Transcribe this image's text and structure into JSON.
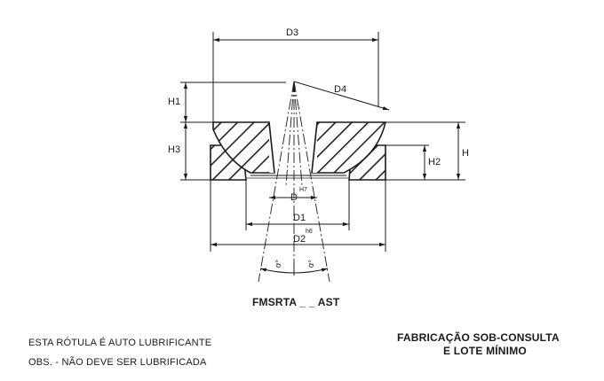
{
  "drawing": {
    "labels": {
      "d3": "D3",
      "d4": "D4",
      "h1": "H1",
      "h3": "H3",
      "h": "H",
      "h2": "H2",
      "d": "D",
      "d_tol": "H7",
      "d1": "D1",
      "d2": "D2",
      "d2_tol": "h6",
      "alpha_left": "α°",
      "alpha_right": "α°"
    }
  },
  "caption": {
    "model_code": "FMSRTA _ _ AST"
  },
  "notes": {
    "line1": "ESTA RÓTULA É AUTO LUBRIFICANTE",
    "line2": "OBS. - NÃO DEVE SER LUBRIFICADA"
  },
  "fabrication": {
    "line1": "FABRICAÇÃO SOB-CONSULTA",
    "line2": "E LOTE MÍNIMO"
  }
}
